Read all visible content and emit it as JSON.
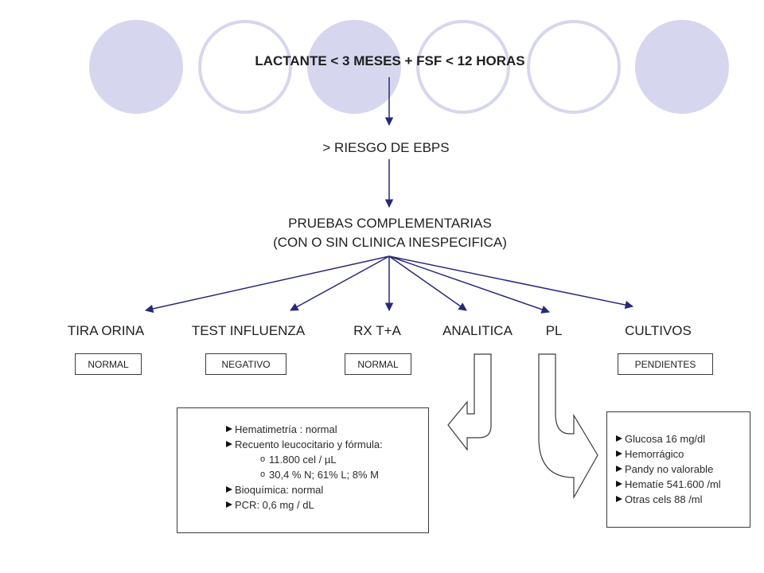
{
  "title": "LACTANTE < 3 MESES + FSF < 12 HORAS",
  "risk_label": "> RIESGO DE EBPS",
  "tests": {
    "line1": "PRUEBAS COMPLEMENTARIAS",
    "line2": "(CON O SIN CLINICA INESPECIFICA)"
  },
  "branches": [
    {
      "label": "TIRA ORINA",
      "result": "NORMAL"
    },
    {
      "label": "TEST INFLUENZA",
      "result": "NEGATIVO"
    },
    {
      "label": "RX T+A",
      "result": "NORMAL"
    },
    {
      "label": "ANALITICA"
    },
    {
      "label": "PL"
    },
    {
      "label": "CULTIVOS",
      "result": "PENDIENTES"
    }
  ],
  "analitica_details": {
    "hematimetria": "Hematimetría : normal",
    "recuento": "Recuento leucocitario y fórmula:",
    "leucocitos": "11.800 cel / µL",
    "formula": "30,4 % N; 61% L; 8% M",
    "bioquimica": "Bioquímica: normal",
    "pcr": "PCR:  0,6 mg / dL"
  },
  "pl_details": {
    "glucosa": "Glucosa 16 mg/dl",
    "hemorragico": "Hemorrágico",
    "pandy": "Pandy no valorable",
    "hematie": "Hematíe 541.600 /ml",
    "otras": "Otras cels  88 /ml"
  },
  "colors": {
    "circle_fill": "#d6d7ee",
    "circle_outline": "#d6d7ee",
    "arrow": "#28287a",
    "text": "#1f1f1f"
  }
}
